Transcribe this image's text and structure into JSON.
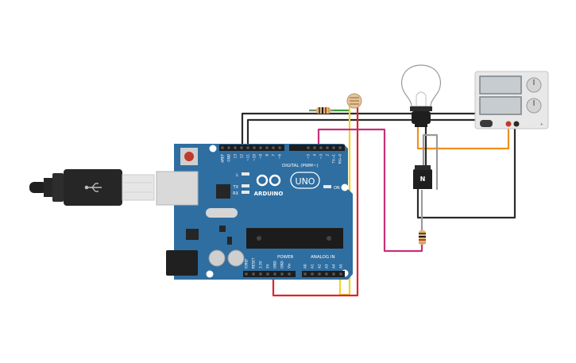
{
  "board": {
    "brand": "ARDUINO",
    "model": "UNO",
    "label_digital": "DIGITAL (PWM~)",
    "label_power": "POWER",
    "label_analog": "ANALOG IN",
    "led_l": "L",
    "led_tx": "TX",
    "led_rx": "RX",
    "led_on": "ON",
    "digital_pins": [
      "AREF",
      "GND",
      "13",
      "12",
      "~11",
      "~10",
      "~9",
      "8",
      "7",
      "~6",
      "~5",
      "4",
      "~3",
      "2",
      "TX→1",
      "RX←0"
    ],
    "power_pins": [
      "IOREF",
      "RESET",
      "3.3V",
      "5V",
      "GND",
      "GND",
      "Vin"
    ],
    "analog_pins": [
      "A0",
      "A1",
      "A2",
      "A3",
      "A4",
      "A5"
    ]
  },
  "transistor": {
    "label": "N"
  },
  "colors": {
    "board": "#2f6ea1",
    "wire_black": "#2b2b2b",
    "wire_red": "#d8262c",
    "wire_yellow": "#f2d22e",
    "wire_magenta": "#c8307a",
    "wire_orange": "#f0901c",
    "wire_grey": "#9a9a9a"
  },
  "icons": {
    "usb_cable": "usb-plug-icon",
    "usb_symbol": "usb-symbol-icon",
    "bulb": "light-bulb-icon",
    "ldr": "photoresistor-icon",
    "resistor": "resistor-icon",
    "power_supply": "power-supply-icon"
  }
}
